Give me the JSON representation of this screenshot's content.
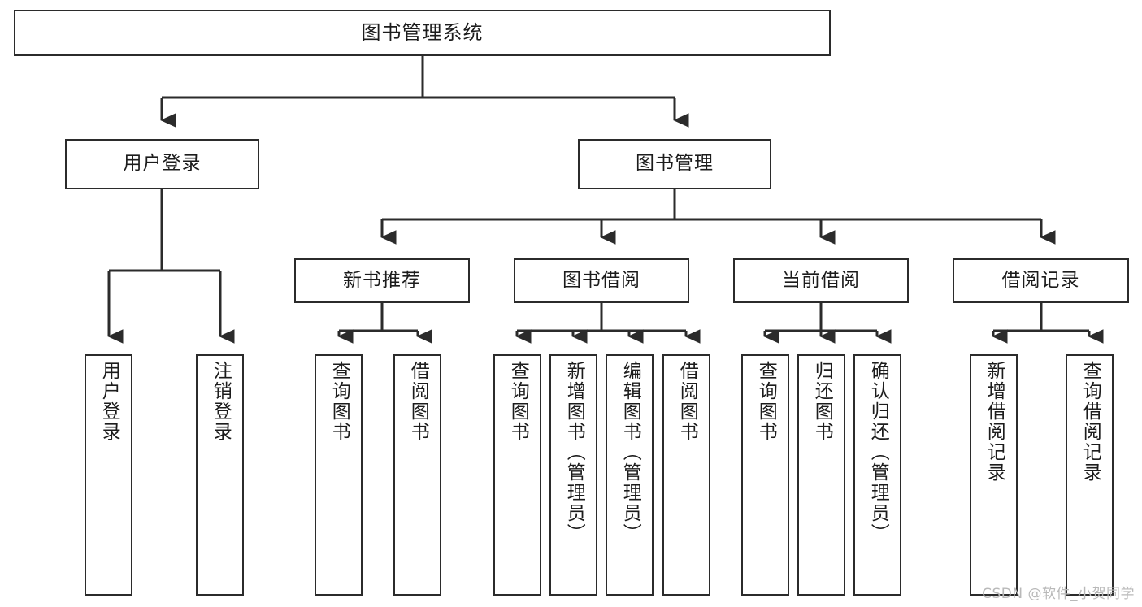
{
  "diagram": {
    "kind": "functional-structure-tree",
    "root": {
      "label": "图书管理系统"
    },
    "level2": [
      {
        "label": "用户登录"
      },
      {
        "label": "图书管理"
      }
    ],
    "level3": [
      {
        "label": "新书推荐"
      },
      {
        "label": "图书借阅"
      },
      {
        "label": "当前借阅"
      },
      {
        "label": "借阅记录"
      }
    ],
    "leaves": {
      "user_login": [
        {
          "label": "用户登录"
        },
        {
          "label": "注销登录"
        }
      ],
      "new_book_recommend": [
        {
          "label": "查询图书"
        },
        {
          "label": "借阅图书"
        }
      ],
      "book_borrow": [
        {
          "label": "查询图书"
        },
        {
          "label": "新增图书（管理员）"
        },
        {
          "label": "编辑图书（管理员）"
        },
        {
          "label": "借阅图书"
        }
      ],
      "current_borrow": [
        {
          "label": "查询图书"
        },
        {
          "label": "归还图书"
        },
        {
          "label": "确认归还（管理员）"
        }
      ],
      "borrow_record": [
        {
          "label": "新增借阅记录"
        },
        {
          "label": "查询借阅记录"
        }
      ]
    }
  },
  "watermark": {
    "text": "CSDN @软件_小贺同学"
  },
  "colors": {
    "stroke": "#2b2b2b",
    "fill": "#ffffff",
    "text": "#1c1c1c",
    "watermark": "#b9b9b9"
  }
}
